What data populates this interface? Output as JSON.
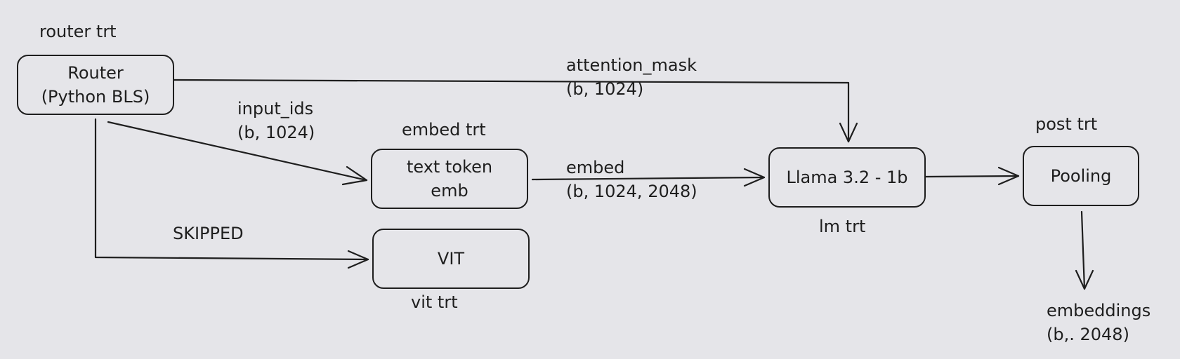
{
  "nodes": {
    "router": {
      "caption": "router trt",
      "label": "Router\n(Python BLS)"
    },
    "embed": {
      "caption": "embed trt",
      "label": "text token\nemb"
    },
    "vit": {
      "caption": "vit trt",
      "label": "VIT"
    },
    "llama": {
      "caption": "lm trt",
      "label": "Llama 3.2 - 1b"
    },
    "pooling": {
      "caption": "post trt",
      "label": "Pooling"
    }
  },
  "edges": {
    "attention_mask": "attention_mask\n(b, 1024)",
    "input_ids": "input_ids\n(b, 1024)",
    "embed": "embed\n(b, 1024, 2048)",
    "skipped": "SKIPPED",
    "embeddings": "embeddings\n(b,. 2048)"
  },
  "colors": {
    "background": "#e5e5e9",
    "ink": "#1e1e1e"
  }
}
